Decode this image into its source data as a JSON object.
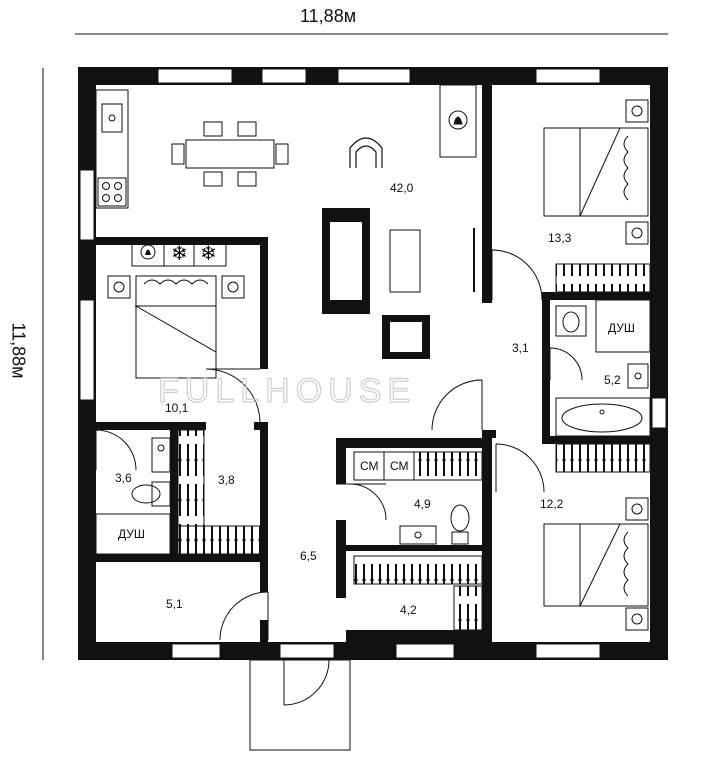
{
  "dimensions": {
    "width_label": "11,88м",
    "height_label": "11,88м"
  },
  "watermark": "FULLHOUSE",
  "rooms": {
    "living": "42,0",
    "bedroom_left": "10,1",
    "bedroom_top_right": "13,3",
    "hall_small": "3,1",
    "bath_right": "5,2",
    "bedroom_bottom_right": "12,2",
    "bath_left": "3,6",
    "closet_left": "3,8",
    "laundry": "4,9",
    "corridor": "6,5",
    "entry": "5,1",
    "dressing": "4,2"
  },
  "labels": {
    "shower": "ДУШ",
    "washer": "СМ"
  },
  "icons": [
    "fireplace-icon",
    "stove-icon",
    "snowflake-icon",
    "sink-icon",
    "bathtub-icon",
    "toilet-icon",
    "bed-icon",
    "sofa-icon",
    "armchair-icon",
    "dining-table-icon",
    "wardrobe-icon"
  ],
  "colors": {
    "wall": "#111111",
    "line": "#1a1a1a",
    "watermark": "#cfcfcf"
  }
}
